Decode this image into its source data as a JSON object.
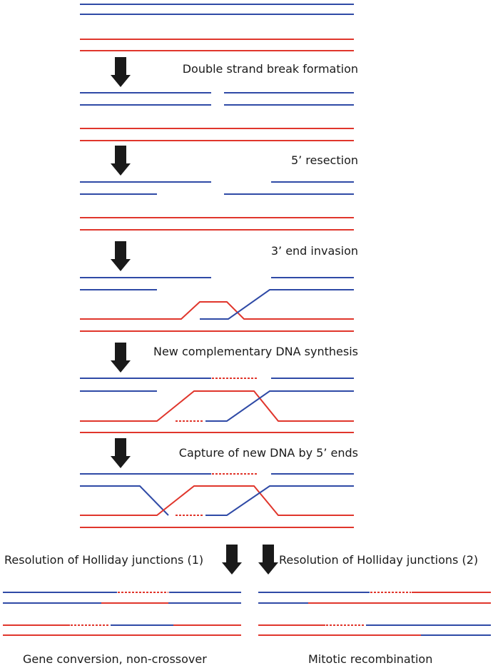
{
  "colors": {
    "strand_a": "#2f4aa6",
    "strand_b": "#e0362c",
    "arrow": "#1a1a1a"
  },
  "steps": [
    {
      "label": "Double strand break formation"
    },
    {
      "label": "5’ resection"
    },
    {
      "label": "3’ end invasion"
    },
    {
      "label": "New complementary DNA synthesis"
    },
    {
      "label": "Capture of new DNA by 5’ ends"
    }
  ],
  "resolution": {
    "left_label": "Resolution of Holliday junctions (1)",
    "right_label": "Resolution of Holliday junctions (2)",
    "left_outcome": "Gene conversion, non-crossover",
    "right_outcome": "Mitotic recombination"
  }
}
